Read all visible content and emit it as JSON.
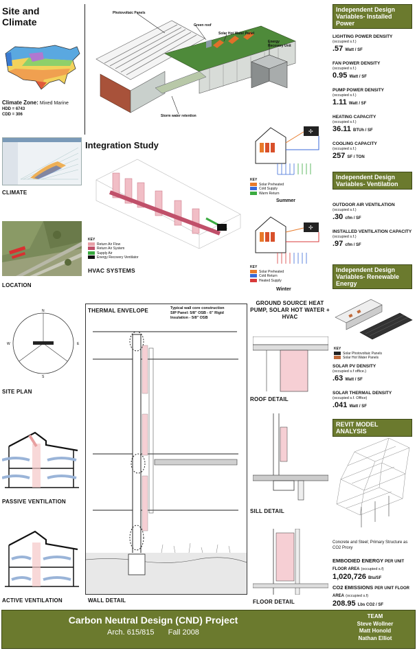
{
  "site_climate": {
    "title": "Site and Climate",
    "climate_zone_label": "Climate Zone:",
    "climate_zone_value": "Mixed Marine",
    "hdd": "HDD = 6743",
    "cdd": "CDD = 306"
  },
  "hero_labels": {
    "photovoltaic": "Photovoltaic Panels",
    "green_roof": "Green roof",
    "solar_hot_water": "Solar Hot Water Panel",
    "erv": "Energy Recovery Unit",
    "storm": "Storm water retention"
  },
  "left_labels": {
    "climate": "CLIMATE",
    "location": "LOCATION",
    "site_plan": "SITE PLAN",
    "passive": "PASSIVE VENTILATION",
    "active": "ACTIVE VENTILATION"
  },
  "integration": {
    "title": "Integration Study",
    "hvac": "HVAC SYSTEMS",
    "key_title": "KEY",
    "key": [
      {
        "label": "Return Air Flow",
        "color": "#e8a0a8"
      },
      {
        "label": "Return Air System",
        "color": "#c0506a"
      },
      {
        "label": "Supply Air",
        "color": "#3aaa40"
      },
      {
        "label": "Energy Recovery Ventilator",
        "color": "#111111"
      }
    ]
  },
  "seasonal": {
    "summer_title": "Summer",
    "winter_title": "Winter",
    "key_title": "KEY",
    "summer_key": [
      {
        "label": "Solar Preheated",
        "color": "#e87a2a"
      },
      {
        "label": "Cold Supply",
        "color": "#3a6ad8"
      },
      {
        "label": "Warm Return",
        "color": "#3aaa40"
      }
    ],
    "winter_key": [
      {
        "label": "Solar Preheated",
        "color": "#e87a2a"
      },
      {
        "label": "Cold Return",
        "color": "#3a6ad8"
      },
      {
        "label": "Heated Supply",
        "color": "#d83a3a"
      }
    ]
  },
  "envelope": {
    "title": "THERMAL ENVELOPE",
    "wall_title": "Typical wall core construction",
    "sip": "SIP Panel: 5/8\" OSB - 6\" Rigid",
    "insulation": "Insulation - 5/8\" OSB",
    "wall_detail": "WALL DETAIL"
  },
  "details": {
    "gshp": "GROUND SOURCE HEAT PUMP, SOLAR HOT WATER + HVAC",
    "roof": "ROOF DETAIL",
    "sill": "SILL DETAIL",
    "floor": "FLOOR DETAIL"
  },
  "power": {
    "header": "Independent Design Variables- Installed Power",
    "items": [
      {
        "title": "LIGHTING POWER DENSITY",
        "sub": "(occupied s.f.)",
        "value": ".57",
        "unit": "Watt / SF"
      },
      {
        "title": "FAN POWER DENSITY",
        "sub": "(occupied s.f.)",
        "value": "0.95",
        "unit": "Watt / SF"
      },
      {
        "title": "PUMP POWER DENSITY",
        "sub": "(occupied s.f.)",
        "value": "1.11",
        "unit": "Watt / SF"
      },
      {
        "title": "HEATING CAPACITY",
        "sub": "(occupied s.f.)",
        "value": "36.11",
        "unit": "BTUh / SF"
      },
      {
        "title": "COOLING CAPACITY",
        "sub": "(occupied s.f.)",
        "value": "257",
        "unit": "SF / TON"
      }
    ]
  },
  "ventilation": {
    "header": "Independent Design Variables- Ventilation",
    "items": [
      {
        "title": "OUTDOOR AIR VENTILATION",
        "sub": "(occupied s.f.)",
        "value": ".30",
        "unit": "cfm / SF"
      },
      {
        "title": "INSTALLED VENTILATION CAPACITY",
        "sub": "(occupied s.f.)",
        "value": ".97",
        "unit": "cfm / SF"
      }
    ]
  },
  "renewable": {
    "header": "Independent Design Variables- Renewable Energy",
    "key_title": "KEY",
    "key": [
      {
        "label": "Solar Photovoltaic Panels",
        "color": "#222222"
      },
      {
        "label": "Solar Hot Water Panels",
        "color": "#c06a3a"
      }
    ],
    "items": [
      {
        "title": "SOLAR PV DENSITY",
        "sub": "(occupied s.f office.)",
        "value": ".63",
        "unit": "Watt / SF"
      },
      {
        "title": "SOLAR THERMAL DENSITY",
        "sub": "(occupied s.f. Office)",
        "value": ".041",
        "unit": "Watt / SF"
      }
    ]
  },
  "revit": {
    "header": "REVIT MODEL ANALYSIS",
    "caption": "Concrete and Steel; Primary Structure as CO2 Proxy",
    "embodied_title": "EMBODIED ENERGY",
    "embodied_suffix": "PER UNIT FLOOR AREA",
    "embodied_sub": "(occupied s.f)",
    "embodied_value": "1,020,726",
    "embodied_unit": "Btu/SF",
    "co2_title": "CO2 EMISSIONS",
    "co2_suffix": "PER UNIT FLOOR AREA",
    "co2_sub": "(occupied s.f)",
    "co2_value": "208.95",
    "co2_unit": "Lbs CO2 / SF"
  },
  "footer": {
    "title": "Carbon Neutral Design (CND) Project",
    "course": "Arch. 615/815",
    "term": "Fall 2008",
    "team_label": "TEAM",
    "members": [
      "Steve Wollner",
      "Matt Honold",
      "Nathan Elliot"
    ]
  },
  "colors": {
    "olive": "#6b7a2e",
    "brick": "#a8523a",
    "roof_green": "#4e8a3a"
  }
}
